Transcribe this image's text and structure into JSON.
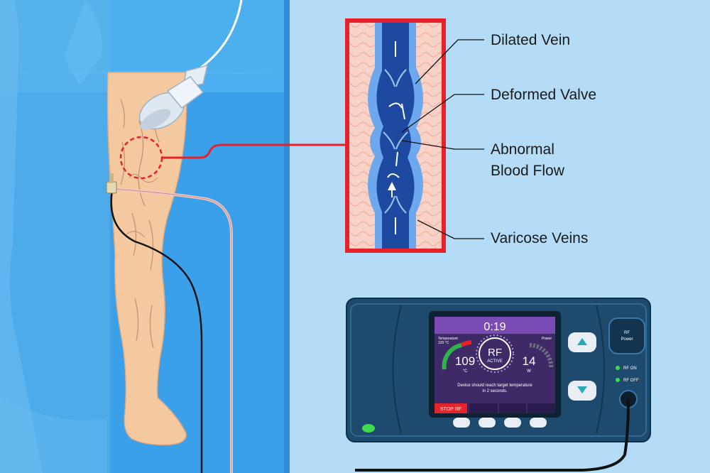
{
  "labels": {
    "dilated_vein": "Dilated Vein",
    "deformed_valve": "Deformed Valve",
    "abnormal_flow_line1": "Abnormal",
    "abnormal_flow_line2": "Blood Flow",
    "varicose_veins": "Varicose Veins"
  },
  "device": {
    "timer": "0:19",
    "temperature_label": "Temperature",
    "temperature_target": "120 °C",
    "temperature_value": "109",
    "temperature_unit": "°C",
    "power_label": "Power",
    "power_value": "14",
    "power_unit": "W",
    "rf_center_top": "RF",
    "rf_center_bottom": "ACTIVE",
    "message_line1": "Device should reach target temperature",
    "message_line2": "in 2 seconds.",
    "stop_button": "STOP RF",
    "rf_power_line1": "RF",
    "rf_power_line2": "Power",
    "rf_on": "RF ON",
    "rf_off": "RF OFF"
  },
  "colors": {
    "background": "#b5dcf6",
    "drape": "#3aa0ea",
    "skin": "#f5c9a0",
    "callout_red": "#e8202a",
    "vein_blue": "#1d4aa0",
    "device_body": "#1e4a6e",
    "screen_purple": "#3d2a66",
    "temp_green": "#2fb34a",
    "stop_red": "#e3262c",
    "led_green": "#3ddc4a"
  }
}
